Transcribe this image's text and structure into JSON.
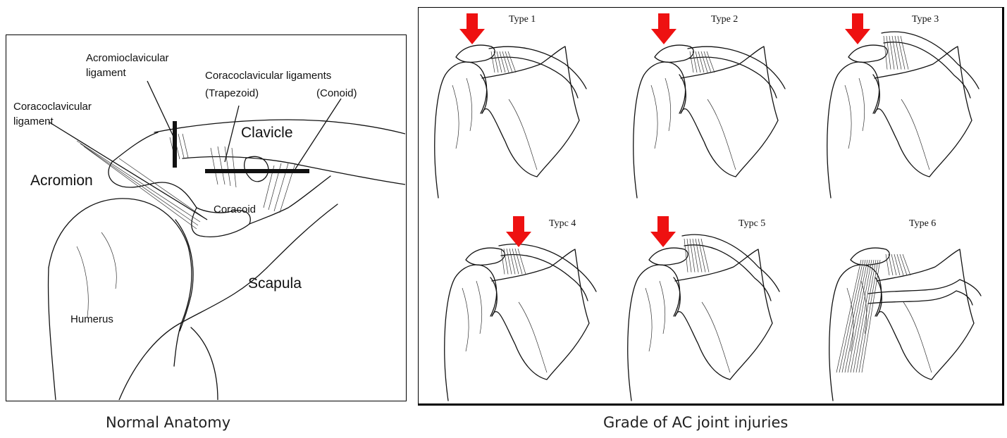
{
  "anatomy": {
    "labels": {
      "ac_ligament": [
        "Acromioclavicular",
        "ligament"
      ],
      "cc_ligaments": "Coracoclavicular ligaments",
      "trapezoid": "(Trapezoid)",
      "conoid": "(Conoid)",
      "cc_ligament": [
        "Coracoclavicular",
        "ligament"
      ],
      "clavicle": "Clavicle",
      "acromion": "Acromion",
      "coracoid": "Coracoid",
      "scapula": "Scapula",
      "humerus": "Humerus"
    },
    "caption": "Normal Anatomy"
  },
  "grades": {
    "types": [
      "Type 1",
      "Type 2",
      "Type 3",
      "Typc 4",
      "Typc 5",
      "Type 6"
    ],
    "arrow_color": "#ee1111",
    "caption": "Grade of AC joint injuries"
  }
}
